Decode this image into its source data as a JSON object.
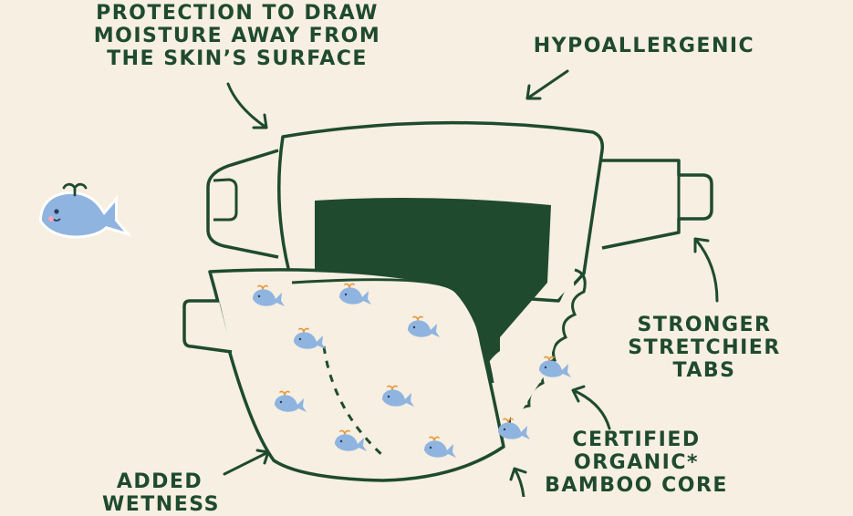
{
  "labels": {
    "protection": [
      "PROTECTION TO DRAW",
      "MOISTURE AWAY FROM",
      "THE SKIN’S SURFACE"
    ],
    "hypoallergenic": [
      "HYPOALLERGENIC"
    ],
    "tabs": [
      "STRONGER",
      "STRETCHIER",
      "TABS"
    ],
    "core": [
      "CERTIFIED",
      "ORGANIC*",
      "BAMBOO CORE"
    ],
    "wetness": [
      "ADDED",
      "WETNESS"
    ]
  },
  "colors": {
    "background": "#f6efe2",
    "outline": "#1f4a2e",
    "core": "#1f4a2e",
    "whale": "#8fb4e0",
    "spout": "#e8963a"
  }
}
